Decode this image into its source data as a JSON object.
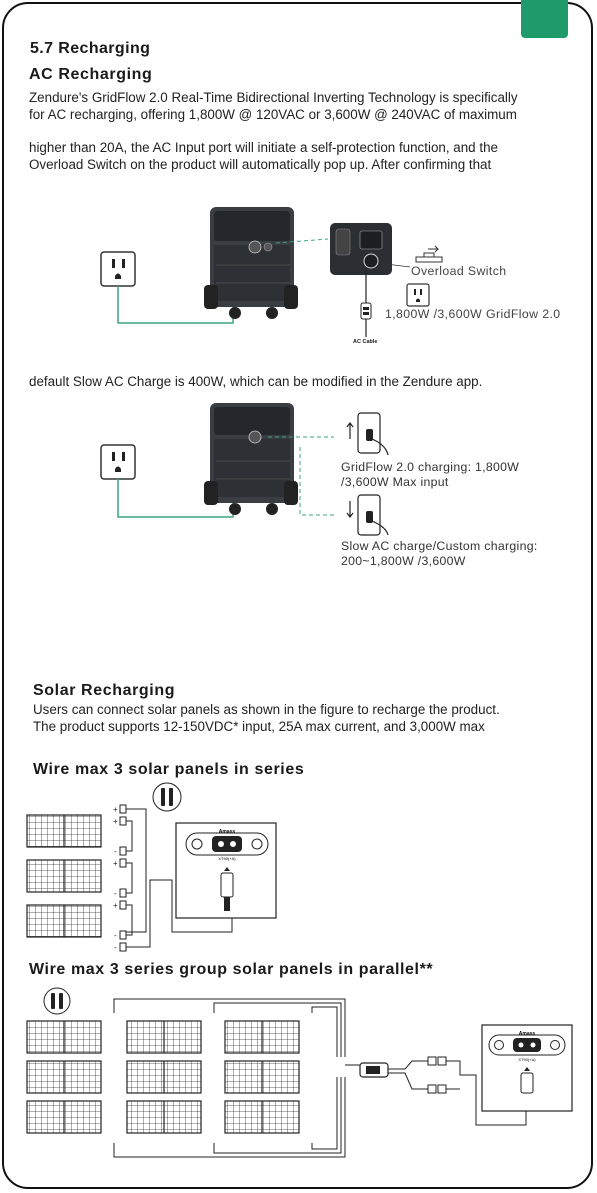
{
  "section": {
    "title": "5.7 Recharging"
  },
  "ac": {
    "heading": "AC Recharging",
    "intro_line1": "Zendure's GridFlow 2.0 Real-Time Bidirectional Inverting Technology is specifically",
    "intro_line2": "for AC recharging, offering 1,800W @ 120VAC or 3,600W @ 240VAC of maximum",
    "protect_line1": "higher than 20A, the AC Input port will initiate a self-protection function, and the",
    "protect_line2": "Overload Switch on the product will automatically pop up. After confirming that",
    "fig1": {
      "overload_label": "Overload Switch",
      "gridflow_label": "1,800W /3,600W GridFlow 2.0",
      "cable_label": "AC Cable"
    },
    "slow_line": "default Slow AC Charge is 400W, which can be modified in the Zendure app.",
    "fig2": {
      "fast_label": "GridFlow 2.0 charging: 1,800W /3,600W Max input",
      "slow_label": "Slow AC charge/Custom charging: 200~1,800W /3,600W"
    }
  },
  "solar": {
    "heading": "Solar Recharging",
    "line1": "Users can connect solar panels as shown in the figure to recharge the product.",
    "line2": "The product supports 12-150VDC* input, 25A max current, and 3,000W max",
    "series_heading": "Wire max 3 solar panels in series",
    "parallel_heading": "Wire max 3 series group solar panels in parallel**",
    "port_brand": "Amass",
    "port_model": "XT90(+A)"
  },
  "colors": {
    "accent_green": "#1f9a6a",
    "line_green": "#3aa77c"
  }
}
